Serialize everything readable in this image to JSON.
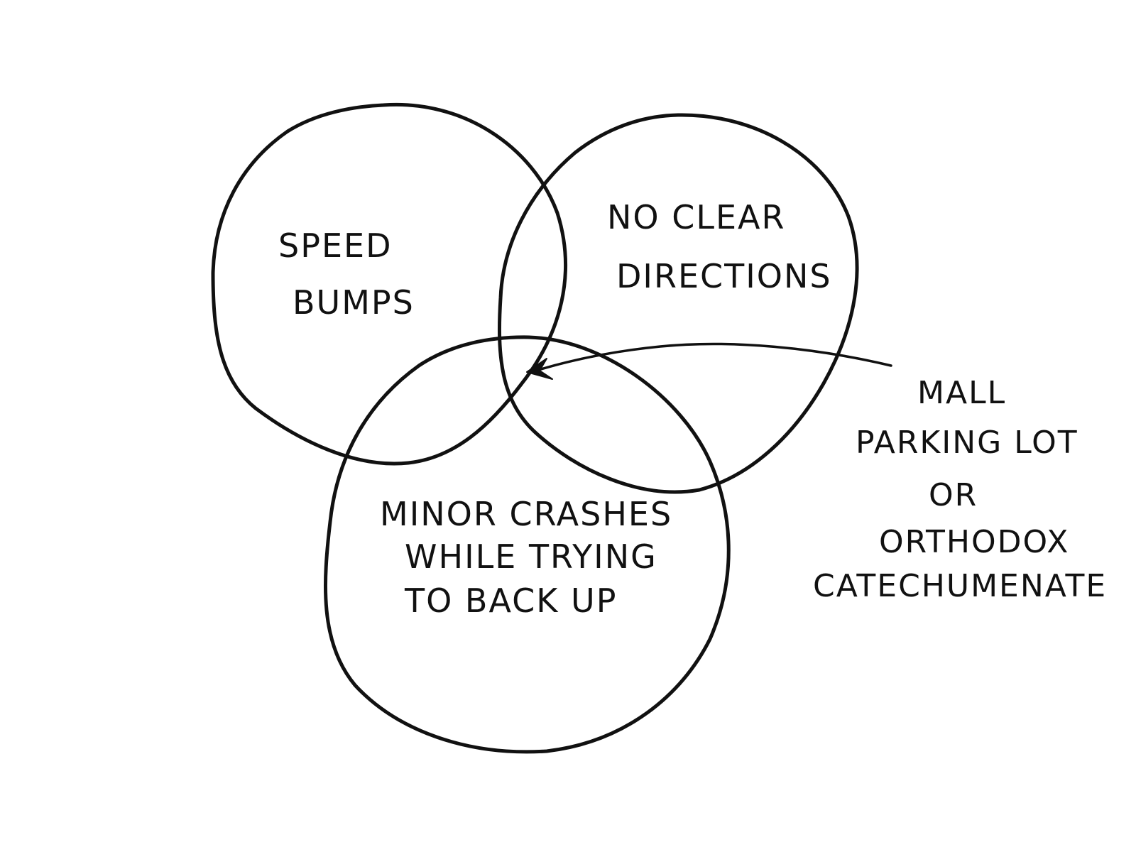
{
  "diagram": {
    "sets": [
      {
        "id": "speed-bumps",
        "lines": [
          "SPEED",
          "BUMPS"
        ]
      },
      {
        "id": "no-clear-directions",
        "lines": [
          "NO CLEAR",
          "DIRECTIONS"
        ]
      },
      {
        "id": "minor-crashes",
        "lines": [
          "MINOR CRASHES",
          "WHILE TRYING",
          "TO BACK UP"
        ]
      }
    ],
    "intersection_callout": {
      "target": "all-three",
      "lines": [
        "MALL",
        "PARKING LOT",
        "OR",
        "ORTHODOX",
        "CATECHUMENATE"
      ]
    },
    "colors": {
      "ink": "#111111",
      "background": "#ffffff"
    }
  }
}
